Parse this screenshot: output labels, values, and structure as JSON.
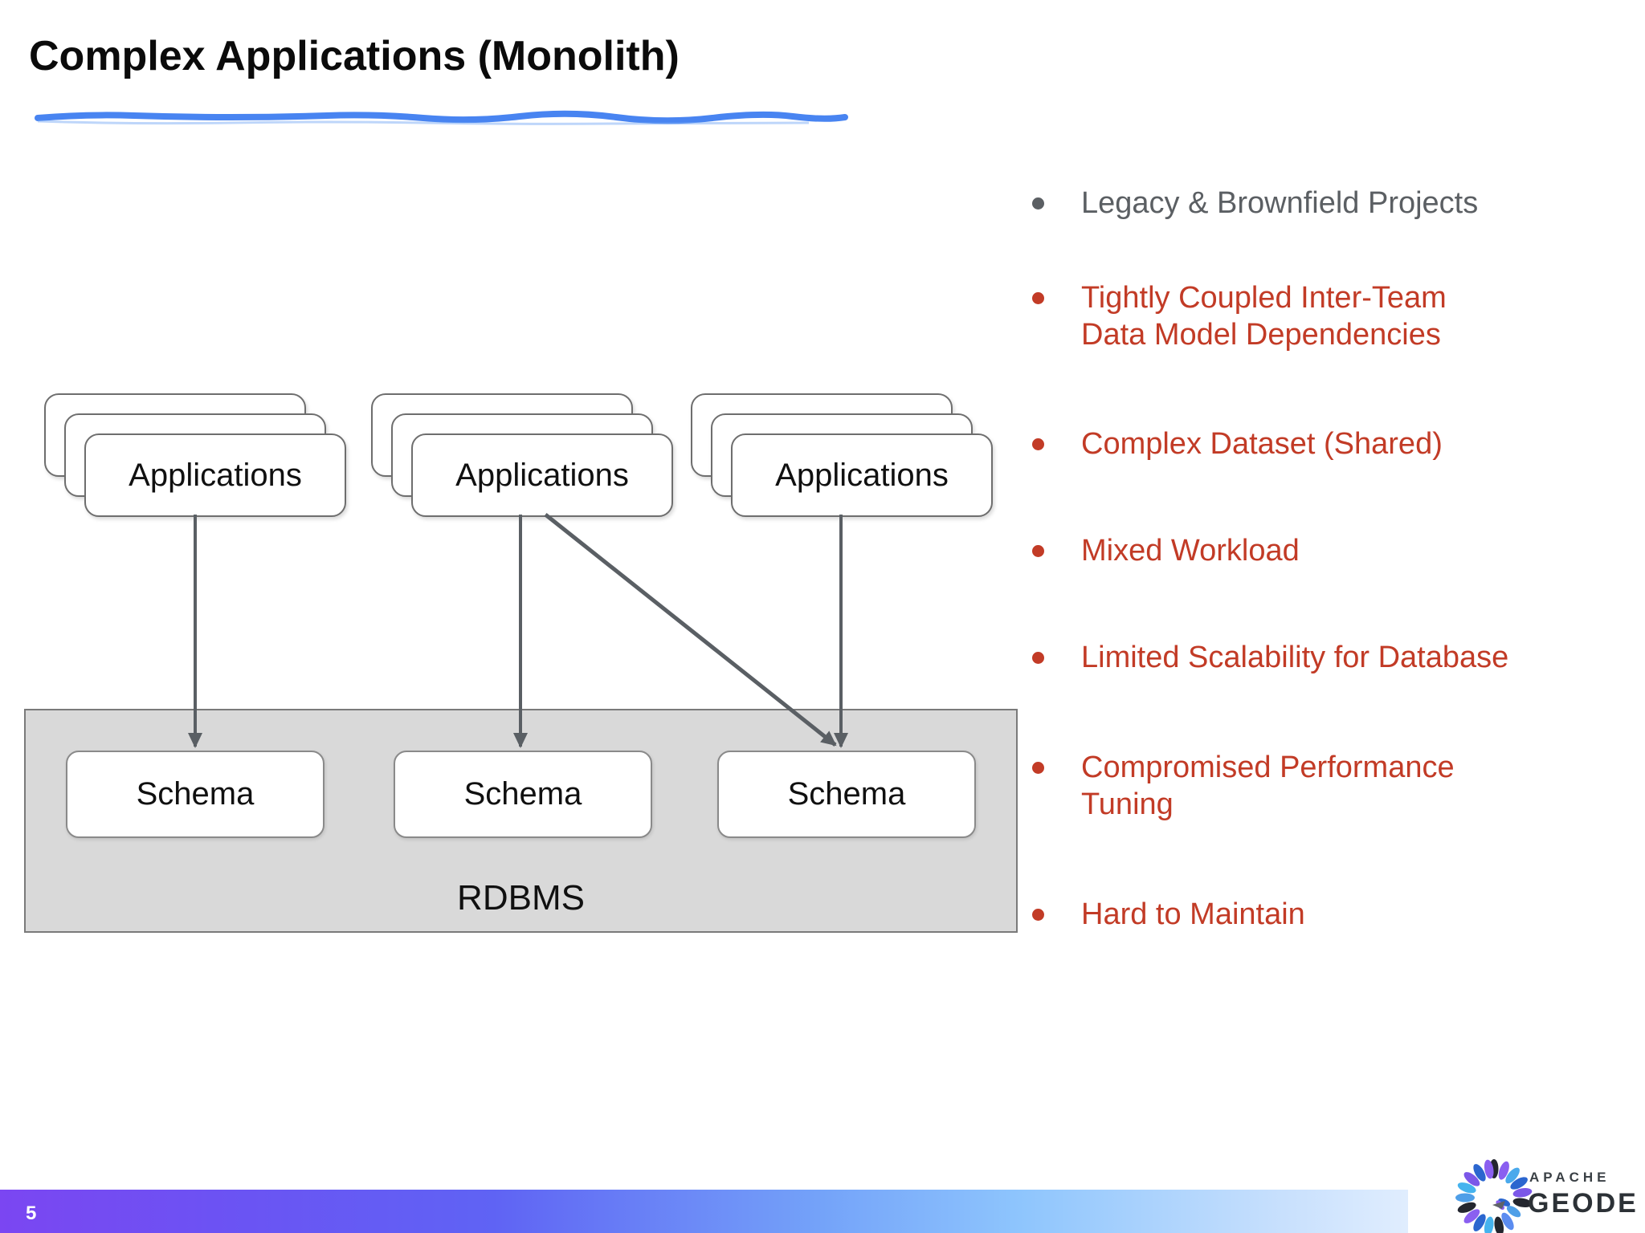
{
  "slide": {
    "title": "Complex Applications (Monolith)",
    "underline_color": "#3e7df0"
  },
  "diagram": {
    "app_stacks": [
      {
        "label": "Applications"
      },
      {
        "label": "Applications"
      },
      {
        "label": "Applications"
      }
    ],
    "schemas": [
      {
        "label": "Schema"
      },
      {
        "label": "Schema"
      },
      {
        "label": "Schema"
      }
    ],
    "container_label": "RDBMS",
    "colors": {
      "container_fill": "#d9d9d9",
      "card_border": "#6e6e6e",
      "arrow": "#5a5f64"
    }
  },
  "bullets": {
    "items": [
      {
        "text": "Legacy & Brownfield Projects",
        "color": "#5b5f63"
      },
      {
        "text": "Tightly Coupled Inter-Team\nData Model Dependencies",
        "color": "#c23b26"
      },
      {
        "text": "Complex Dataset (Shared)",
        "color": "#c23b26"
      },
      {
        "text": "Mixed Workload",
        "color": "#c23b26"
      },
      {
        "text": "Limited Scalability for Database",
        "color": "#c23b26"
      },
      {
        "text": "Compromised Performance\nTuning",
        "color": "#c23b26"
      },
      {
        "text": "Hard to Maintain",
        "color": "#c23b26"
      }
    ]
  },
  "footer": {
    "page_number": "5",
    "logo_line1": "APACHE",
    "logo_line2": "GEODE"
  }
}
